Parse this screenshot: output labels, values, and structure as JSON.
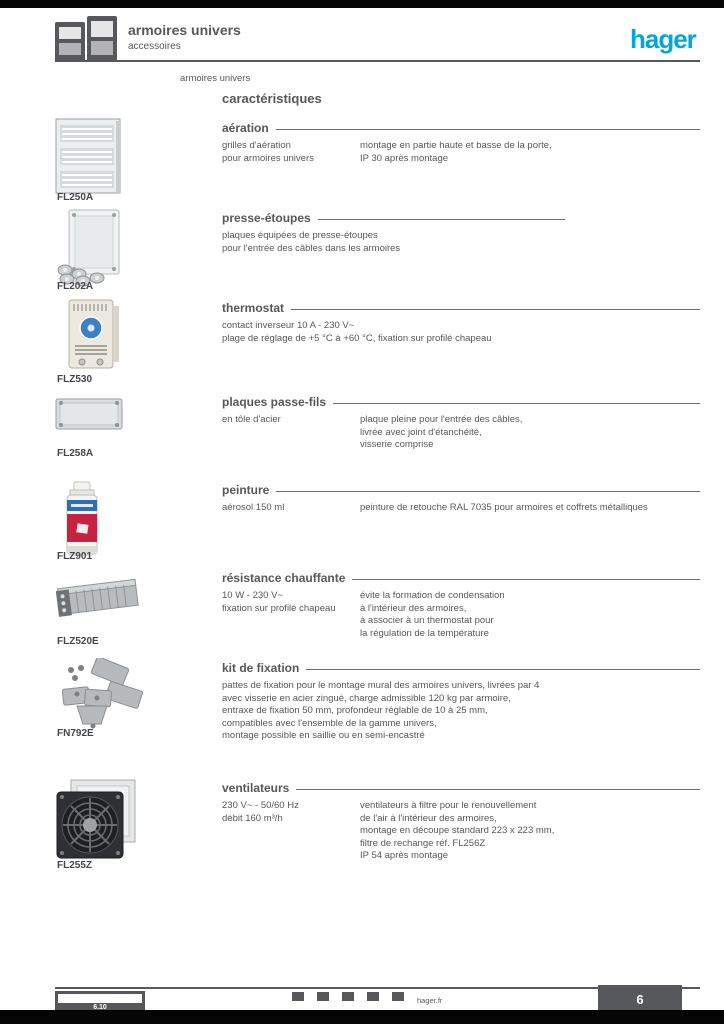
{
  "header": {
    "title_line1": "armoires univers",
    "title_line2": "accessoires",
    "subtitle": "armoires univers",
    "logo": "hager",
    "section_heading": "caractéristiques"
  },
  "rows": [
    {
      "ref": "FL250A",
      "title": "aération",
      "left_lines": [
        "grilles d'aération",
        "pour armoires univers"
      ],
      "right_lines": [
        "montage en partie haute et basse de la porte,",
        "IP 30 après montage"
      ]
    },
    {
      "ref": "FL202A",
      "title": "presse-étoupes",
      "lines": [
        "plaques équipées de presse-étoupes",
        "pour l'entrée des câbles dans les armoires"
      ]
    },
    {
      "ref": "FLZ530",
      "title": "thermostat",
      "lines": [
        "contact inverseur 10 A - 230 V~",
        "plage de réglage de +5 °C à +60 °C, fixation sur profilé chapeau"
      ]
    },
    {
      "ref": "FL258A",
      "title": "plaques passe-fils",
      "left_lines": [
        "en tôle d'acier"
      ],
      "right_lines": [
        "plaque pleine pour l'entrée des câbles,",
        "livrée avec joint d'étanchéité,",
        "visserie comprise"
      ]
    },
    {
      "ref": "FLZ901",
      "title": "peinture",
      "left_lines": [
        "aérosol 150 ml"
      ],
      "right_lines": [
        "peinture de retouche RAL 7035 pour armoires et coffrets métalliques"
      ]
    },
    {
      "ref": "FLZ520E",
      "title": "résistance chauffante",
      "left_lines": [
        "10 W - 230 V~",
        "fixation sur profilé chapeau"
      ],
      "right_lines": [
        "évite la formation de condensation",
        "à l'intérieur des armoires,",
        "à associer à un thermostat pour",
        "la régulation de la température"
      ]
    },
    {
      "ref": "FN792E",
      "title": "kit de fixation",
      "lines": [
        "pattes de fixation pour le montage mural des armoires univers, livrées par 4",
        "avec visserie en acier zingué, charge admissible 120 kg par armoire,",
        "entraxe de fixation 50 mm, profondeur réglable de 10 à 25 mm,",
        "compatibles avec l'ensemble de la gamme univers,",
        "montage possible en saillie ou en semi-encastré"
      ]
    },
    {
      "ref": "FL255Z",
      "title": "ventilateurs",
      "left_lines": [
        "230 V~ - 50/60 Hz",
        "débit 160 m³/h"
      ],
      "right_lines": [
        "ventilateurs à filtre pour le renouvellement",
        "de l'air à l'intérieur des armoires,",
        "montage en découpe standard 223 x 223 mm,",
        "filtre de rechange réf. FL256Z",
        "IP 54 après montage"
      ]
    }
  ],
  "footer": {
    "left_tab_label": "6.10",
    "center_label": "hager.fr",
    "right_tab_label": "6"
  }
}
